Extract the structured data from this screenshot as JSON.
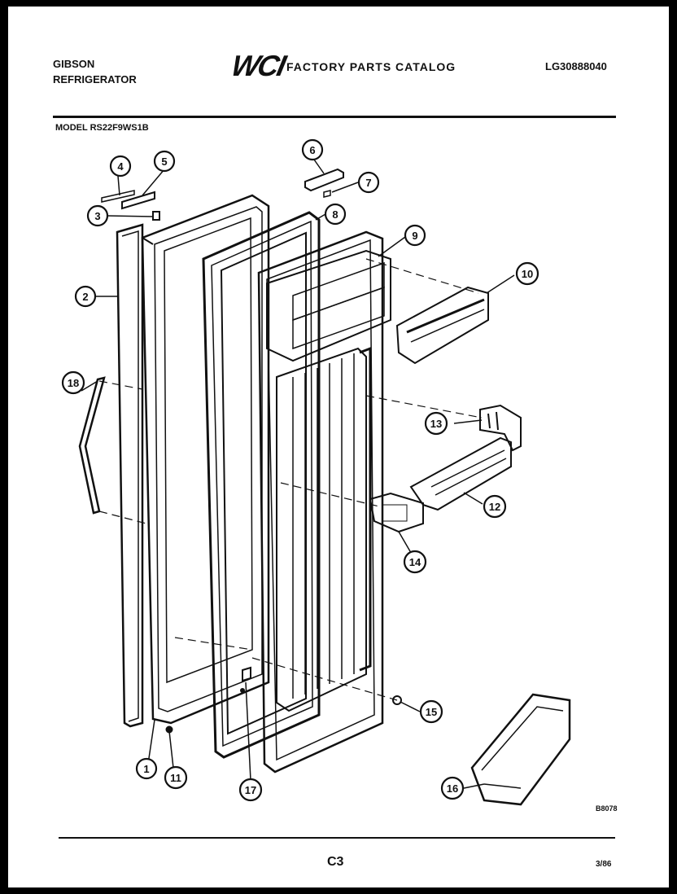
{
  "header": {
    "brand_line1": "GIBSON",
    "brand_line2": "REFRIGERATOR",
    "logo_text": "WCI",
    "catalog_title": "FACTORY PARTS CATALOG",
    "catalog_number": "LG30888040",
    "model_label": "MODEL RS22F9WS1B"
  },
  "diagram": {
    "drawing_id": "B8078",
    "callouts": [
      {
        "num": "1"
      },
      {
        "num": "2"
      },
      {
        "num": "3"
      },
      {
        "num": "4"
      },
      {
        "num": "5"
      },
      {
        "num": "6"
      },
      {
        "num": "7"
      },
      {
        "num": "8"
      },
      {
        "num": "9"
      },
      {
        "num": "10"
      },
      {
        "num": "11"
      },
      {
        "num": "12"
      },
      {
        "num": "13"
      },
      {
        "num": "14"
      },
      {
        "num": "15"
      },
      {
        "num": "16"
      },
      {
        "num": "17"
      },
      {
        "num": "18"
      }
    ]
  },
  "footer": {
    "page_code": "C3",
    "date": "3/86"
  }
}
